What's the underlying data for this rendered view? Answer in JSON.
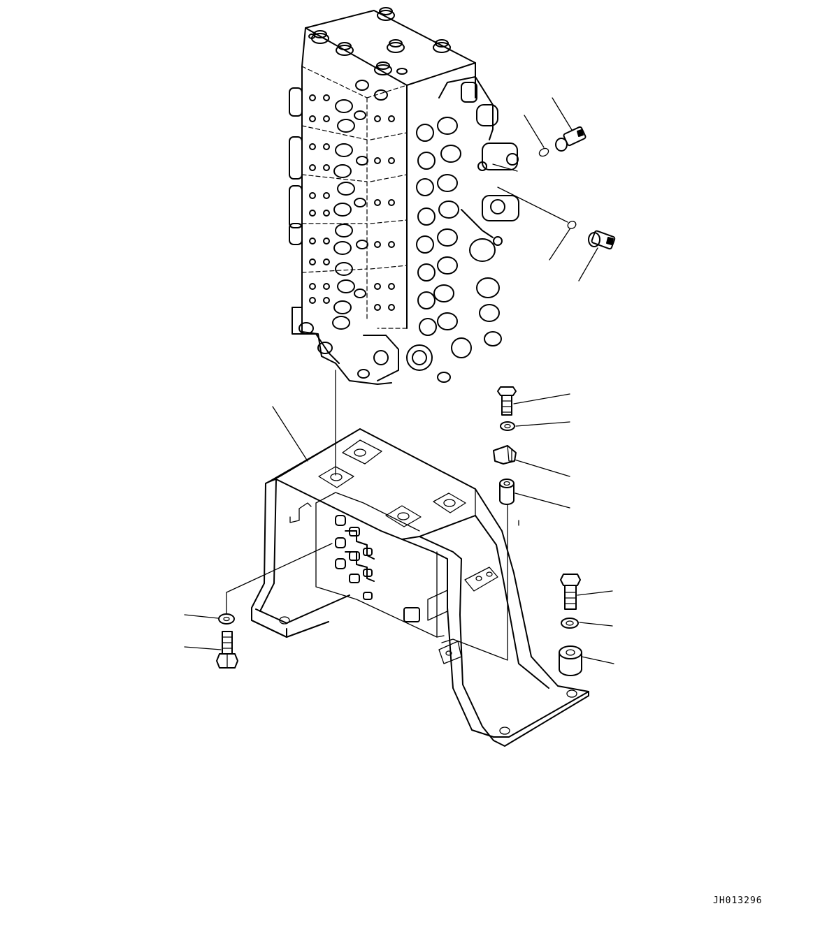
{
  "drawing": {
    "id": "JH013296"
  },
  "parts": [
    {
      "name": "control-valve-assembly"
    },
    {
      "name": "pressure-sensor-upper"
    },
    {
      "name": "o-ring-upper"
    },
    {
      "name": "o-ring-lower"
    },
    {
      "name": "pressure-sensor-lower"
    },
    {
      "name": "valve-bracket"
    },
    {
      "name": "bolt-upper-right"
    },
    {
      "name": "washer-upper-right"
    },
    {
      "name": "clamp"
    },
    {
      "name": "spacer-upper-right"
    },
    {
      "name": "bolt-lower-right"
    },
    {
      "name": "washer-lower-right"
    },
    {
      "name": "spacer-lower-right"
    },
    {
      "name": "washer-left"
    },
    {
      "name": "bolt-left"
    }
  ],
  "colors": {
    "line": "#000000",
    "background": "#ffffff"
  }
}
